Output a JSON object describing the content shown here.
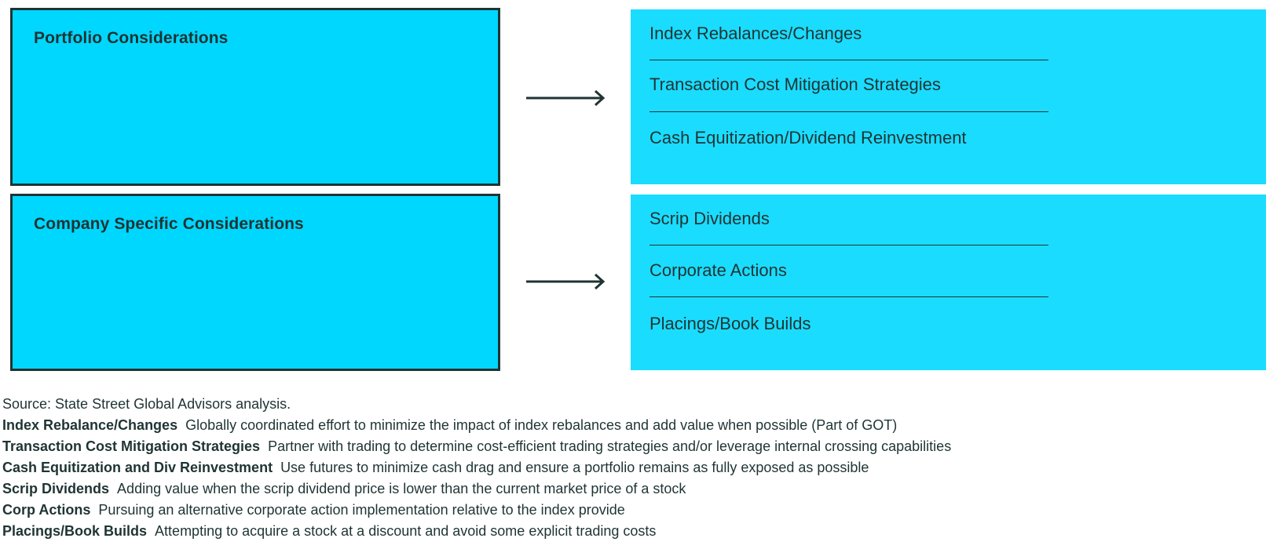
{
  "colors": {
    "left_fill": "#00d7ff",
    "right_fill": "#1adcff",
    "border": "#1f3433",
    "text": "#1f3433"
  },
  "groups": [
    {
      "title": "Portfolio Considerations",
      "items": [
        "Index Rebalances/Changes",
        "Transaction Cost Mitigation Strategies",
        "Cash Equitization/Dividend Reinvestment"
      ]
    },
    {
      "title": "Company Specific Considerations",
      "items": [
        "Scrip Dividends",
        "Corporate Actions",
        "Placings/Book Builds"
      ]
    }
  ],
  "arrow_icon": "right-arrow-icon",
  "source": "Source: State Street Global Advisors analysis.",
  "notes": [
    {
      "term": "Index Rebalance/Changes",
      "desc": "Globally coordinated effort to minimize the impact of index rebalances and add value when possible (Part of GOT)"
    },
    {
      "term": "Transaction Cost Mitigation Strategies",
      "desc": "Partner with trading to determine cost-efficient trading strategies and/or leverage internal crossing capabilities"
    },
    {
      "term": "Cash Equitization and Div Reinvestment",
      "desc": "Use futures to minimize cash drag and ensure a portfolio remains as fully exposed as possible"
    },
    {
      "term": "Scrip Dividends",
      "desc": "Adding value when the scrip dividend price is lower than the current market price of a stock"
    },
    {
      "term": "Corp Actions",
      "desc": "Pursuing an alternative corporate action implementation relative to the index provide"
    },
    {
      "term": "Placings/Book Builds",
      "desc": "Attempting to acquire a stock at a discount and avoid some explicit trading costs"
    }
  ]
}
